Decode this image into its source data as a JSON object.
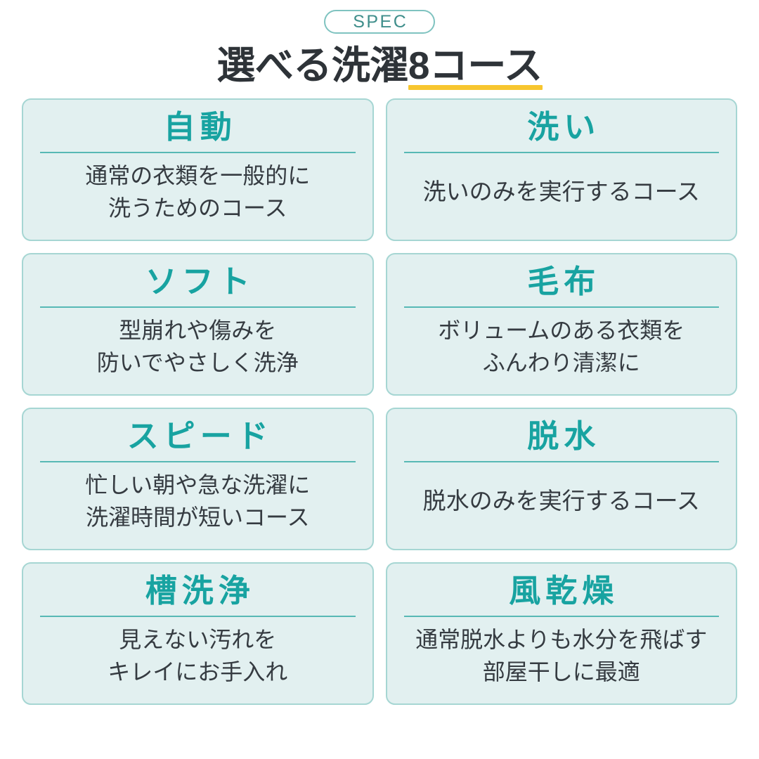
{
  "badge": {
    "label": "SPEC"
  },
  "title": {
    "main": "選べる洗濯",
    "accent": "8コース",
    "underline_color": "#f7c62f"
  },
  "colors": {
    "heading_teal": "#18a3a1",
    "card_background": "#e2f0f0",
    "card_border": "#a6d6d3",
    "divider": "#57b9b5",
    "body_text": "#353b41",
    "badge_border": "#7fc3c0",
    "badge_text": "#3f8e8b",
    "page_background": "#ffffff"
  },
  "cards": [
    {
      "heading": "自動",
      "lines": [
        "通常の衣類を一般的に",
        "洗うためのコース"
      ]
    },
    {
      "heading": "洗い",
      "lines": [
        "洗いのみを実行するコース"
      ]
    },
    {
      "heading": "ソフト",
      "lines": [
        "型崩れや傷みを",
        "防いでやさしく洗浄"
      ]
    },
    {
      "heading": "毛布",
      "lines": [
        "ボリュームのある衣類を",
        "ふんわり清潔に"
      ]
    },
    {
      "heading": "スピード",
      "lines": [
        "忙しい朝や急な洗濯に",
        "洗濯時間が短いコース"
      ]
    },
    {
      "heading": "脱水",
      "lines": [
        "脱水のみを実行するコース"
      ]
    },
    {
      "heading": "槽洗浄",
      "lines": [
        "見えない汚れを",
        "キレイにお手入れ"
      ]
    },
    {
      "heading": "風乾燥",
      "lines": [
        "通常脱水よりも水分を飛ばす",
        "部屋干しに最適"
      ]
    }
  ]
}
